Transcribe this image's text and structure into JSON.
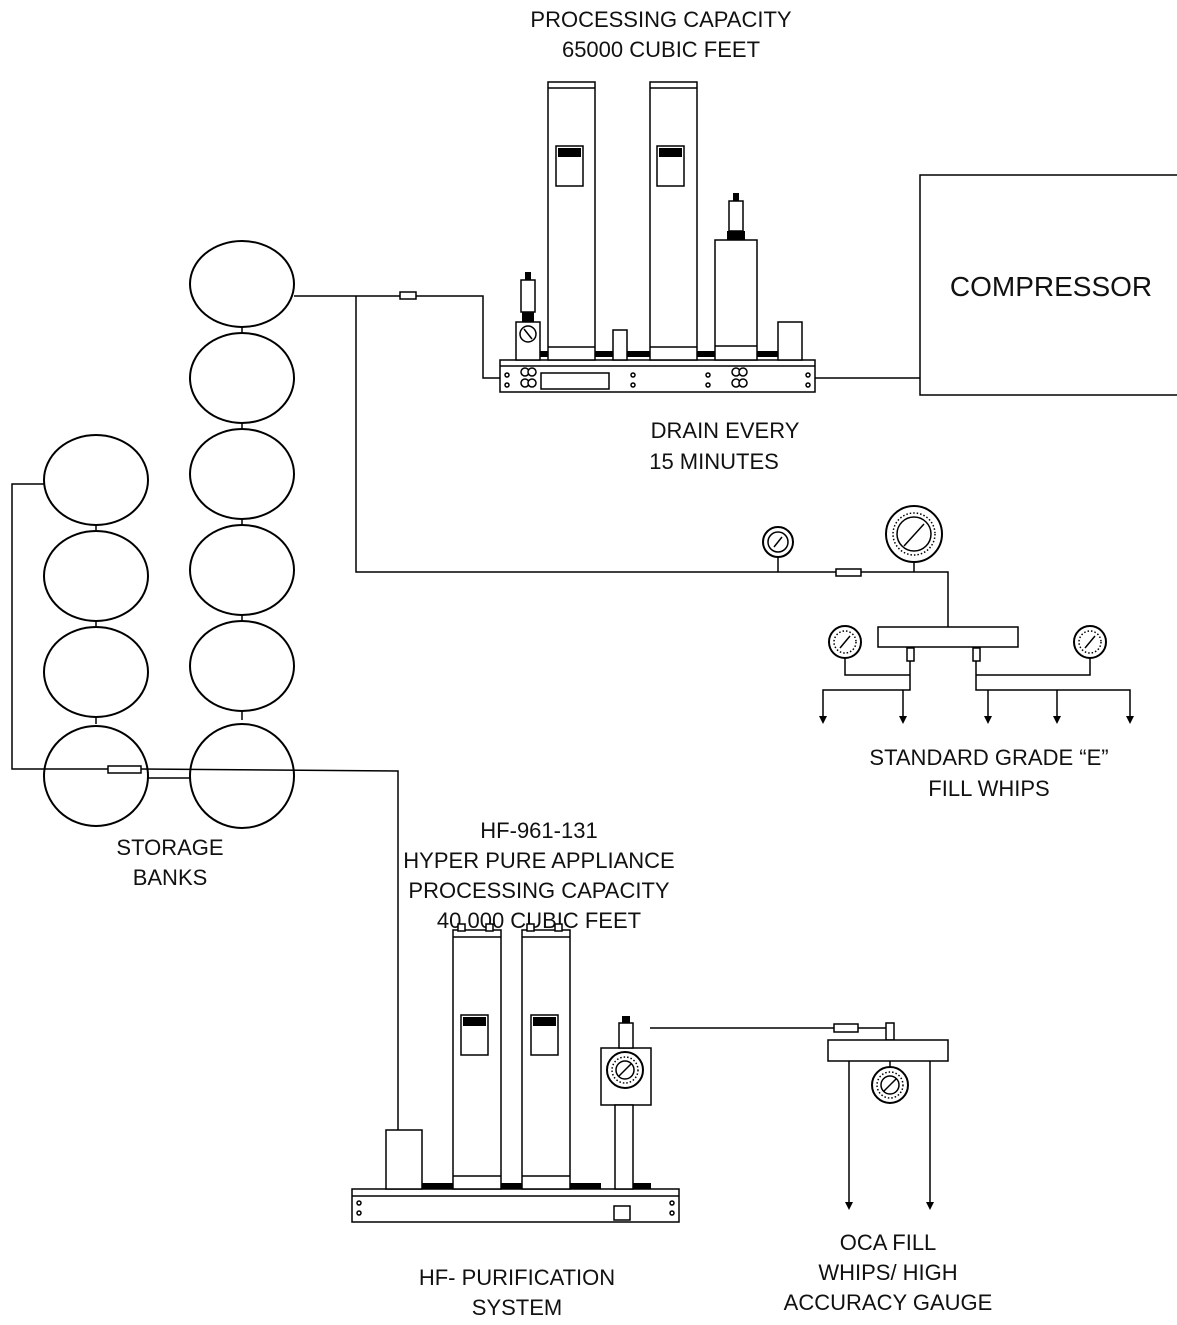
{
  "labels": {
    "top_title_1": "PROCESSING CAPACITY",
    "top_title_2": "65000 CUBIC FEET",
    "compressor": "COMPRESSOR",
    "drain_1": "DRAIN EVERY",
    "drain_2": "15 MINUTES",
    "fill_whips_1": "STANDARD GRADE “E”",
    "fill_whips_2": "FILL WHIPS",
    "appliance_1": "HF-961-131",
    "appliance_2": "HYPER PURE APPLIANCE",
    "appliance_3": "PROCESSING CAPACITY",
    "appliance_4": "40,000 CUBIC FEET",
    "storage_1": "STORAGE",
    "storage_2": "BANKS",
    "purification_1": "HF- PURIFICATION",
    "purification_2": "SYSTEM",
    "oca_1": "OCA FILL",
    "oca_2": "WHIPS/ HIGH",
    "oca_3": "ACCURACY GAUGE"
  },
  "colors": {
    "line": "#000000",
    "background": "#ffffff"
  }
}
